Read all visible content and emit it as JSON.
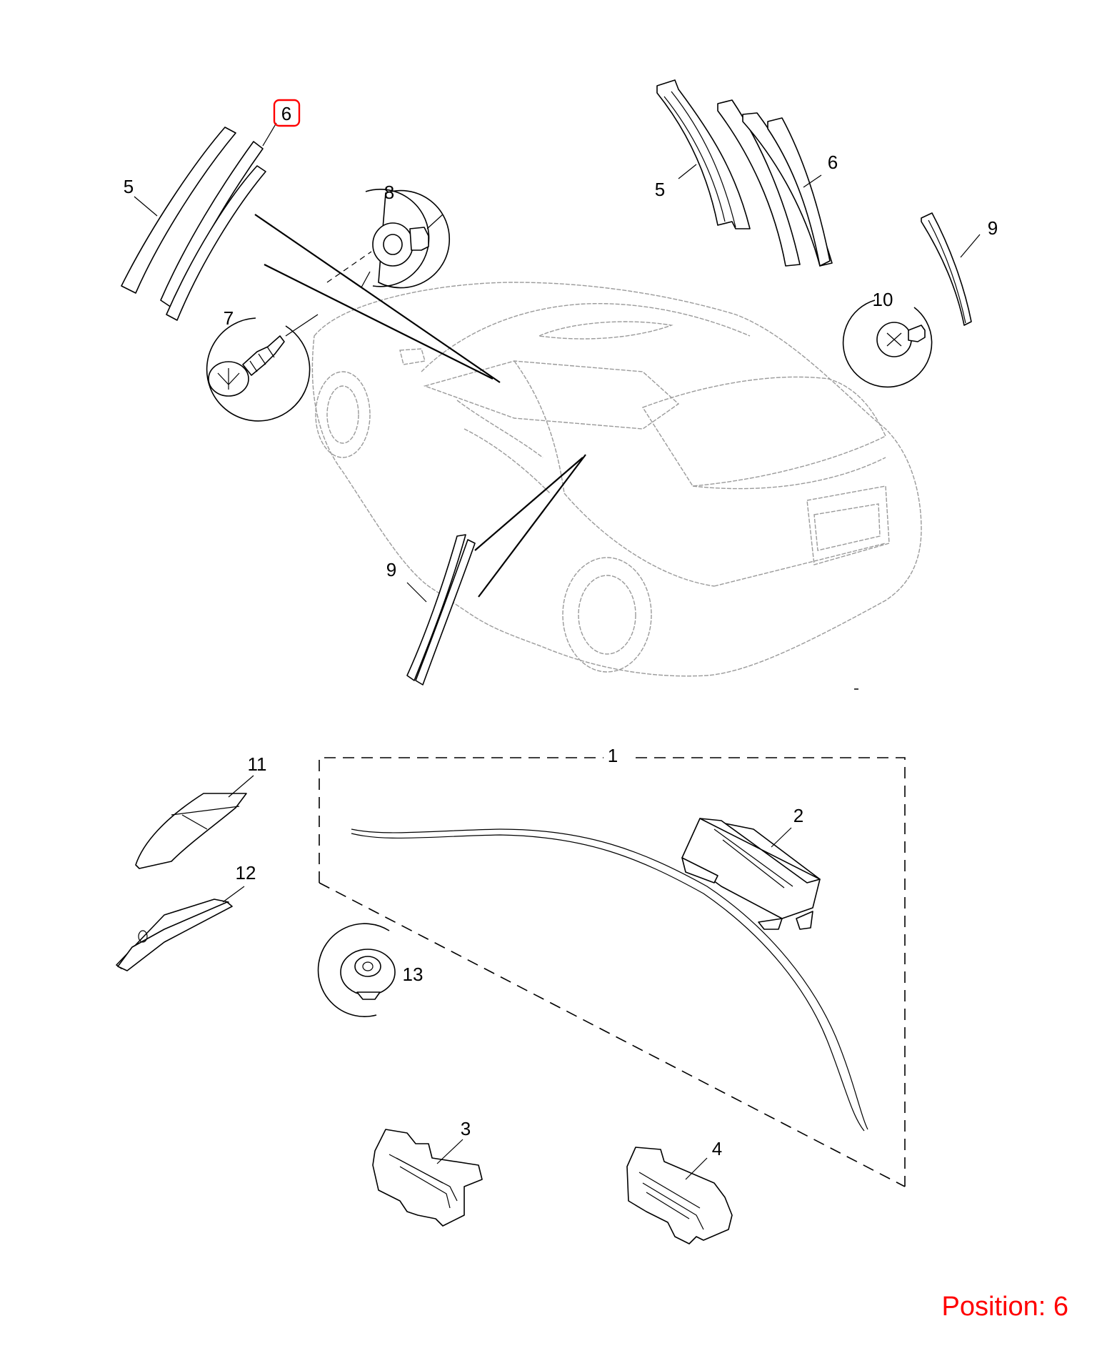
{
  "callouts": {
    "c1": "1",
    "c2": "2",
    "c3": "3",
    "c4": "4",
    "c5a": "5",
    "c5b": "5",
    "c6a": "6",
    "c6b": "6",
    "c7": "7",
    "c8": "8",
    "c9a": "9",
    "c9b": "9",
    "c10": "10",
    "c11": "11",
    "c12": "12",
    "c13": "13"
  },
  "highlight": {
    "color": "#ff0000",
    "position": "6"
  },
  "position_label": "Position: 6"
}
